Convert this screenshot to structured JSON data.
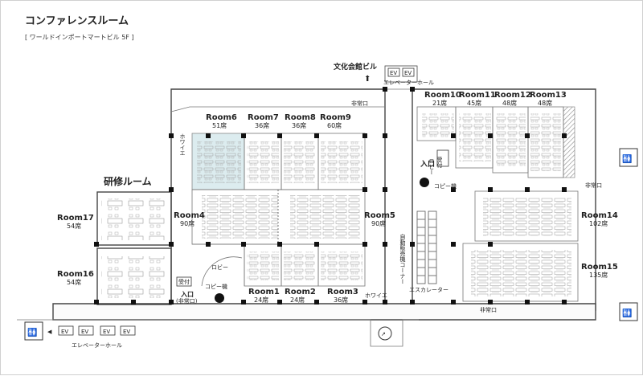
{
  "page": {
    "title": "コンファレンスルーム",
    "subtitle": "[ ワールドインポートマートビル 5F ]"
  },
  "landmarks": {
    "bunka_building": "文化会館ビル",
    "elevator_hall": "エレベーターホール",
    "emergency_exit": "非常口",
    "foyer": "ホワイエ",
    "lobby": "ロビー",
    "copier": "コピー機",
    "reception": "受付",
    "entrance": "入口",
    "entrance_emergency": "(非常口)",
    "lobby_vertical": "ロビー",
    "escalator": "エスカレーター",
    "vending_corner": "自動販売機コーナー",
    "training_room": "研修ルーム",
    "ev": "EV"
  },
  "rooms": [
    {
      "key": "room6",
      "name": "Room6",
      "seats": "51席"
    },
    {
      "key": "room7",
      "name": "Room7",
      "seats": "36席"
    },
    {
      "key": "room8",
      "name": "Room8",
      "seats": "36席"
    },
    {
      "key": "room9",
      "name": "Room9",
      "seats": "60席"
    },
    {
      "key": "room4",
      "name": "Room4",
      "seats": "90席"
    },
    {
      "key": "room5",
      "name": "Room5",
      "seats": "90席"
    },
    {
      "key": "room1",
      "name": "Room1",
      "seats": "24席"
    },
    {
      "key": "room2",
      "name": "Room2",
      "seats": "24席"
    },
    {
      "key": "room3",
      "name": "Room3",
      "seats": "36席"
    },
    {
      "key": "room10",
      "name": "Room10",
      "seats": "21席"
    },
    {
      "key": "room11",
      "name": "Room11",
      "seats": "45席"
    },
    {
      "key": "room12",
      "name": "Room12",
      "seats": "48席"
    },
    {
      "key": "room13",
      "name": "Room13",
      "seats": "48席"
    },
    {
      "key": "room14",
      "name": "Room14",
      "seats": "102席"
    },
    {
      "key": "room15",
      "name": "Room15",
      "seats": "135席"
    },
    {
      "key": "room16",
      "name": "Room16",
      "seats": "54席"
    },
    {
      "key": "room17",
      "name": "Room17",
      "seats": "54席"
    }
  ],
  "colors": {
    "highlight": "#dcecef",
    "hatch": "#9a9a9a"
  }
}
